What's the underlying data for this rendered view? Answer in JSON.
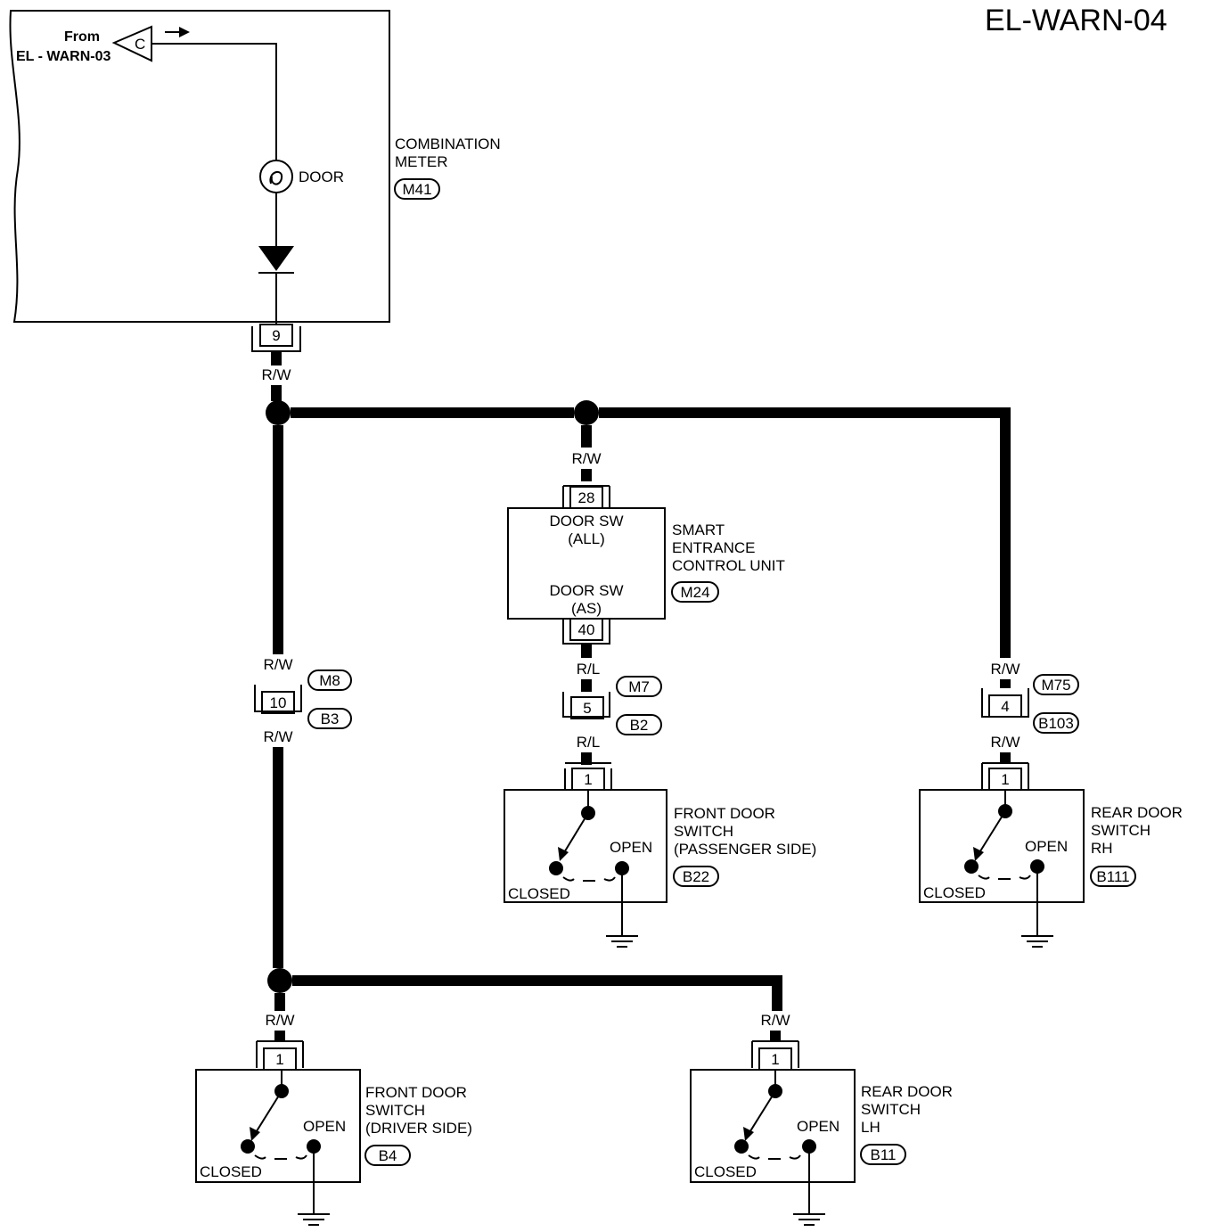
{
  "page_title": "EL-WARN-04",
  "from_connector": {
    "from_label": "From",
    "source": "EL - WARN-03",
    "letter": "C"
  },
  "combination_meter": {
    "name_line1": "COMBINATION",
    "name_line2": "METER",
    "connector": "M41",
    "lamp_label": "DOOR",
    "terminal": "9"
  },
  "wire_colors": {
    "rw": "R/W",
    "rl": "R/L"
  },
  "smart_entrance": {
    "name_line1": "SMART",
    "name_line2": "ENTRANCE",
    "name_line3": "CONTROL UNIT",
    "connector": "M24",
    "input1_line1": "DOOR SW",
    "input1_line2": "(ALL)",
    "terminal1": "28",
    "input2_line1": "DOOR SW",
    "input2_line2": "(AS)",
    "terminal2": "40"
  },
  "joints": {
    "driver": {
      "terminal": "10",
      "top": "M8",
      "bottom": "B3"
    },
    "passenger": {
      "terminal": "5",
      "top": "M7",
      "bottom": "B2"
    },
    "rear_rh": {
      "terminal": "4",
      "top": "M75",
      "bottom": "B103"
    }
  },
  "switch_states": {
    "open": "OPEN",
    "closed": "CLOSED"
  },
  "switches": {
    "front_passenger": {
      "line1": "FRONT DOOR",
      "line2": "SWITCH",
      "line3": "(PASSENGER SIDE)",
      "connector": "B22",
      "terminal": "1"
    },
    "rear_rh": {
      "line1": "REAR DOOR",
      "line2": "SWITCH",
      "line3": "RH",
      "connector": "B111",
      "terminal": "1"
    },
    "front_driver": {
      "line1": "FRONT DOOR",
      "line2": "SWITCH",
      "line3": "(DRIVER SIDE)",
      "connector": "B4",
      "terminal": "1"
    },
    "rear_lh": {
      "line1": "REAR DOOR",
      "line2": "SWITCH",
      "line3": "LH",
      "connector": "B11",
      "terminal": "1"
    }
  }
}
